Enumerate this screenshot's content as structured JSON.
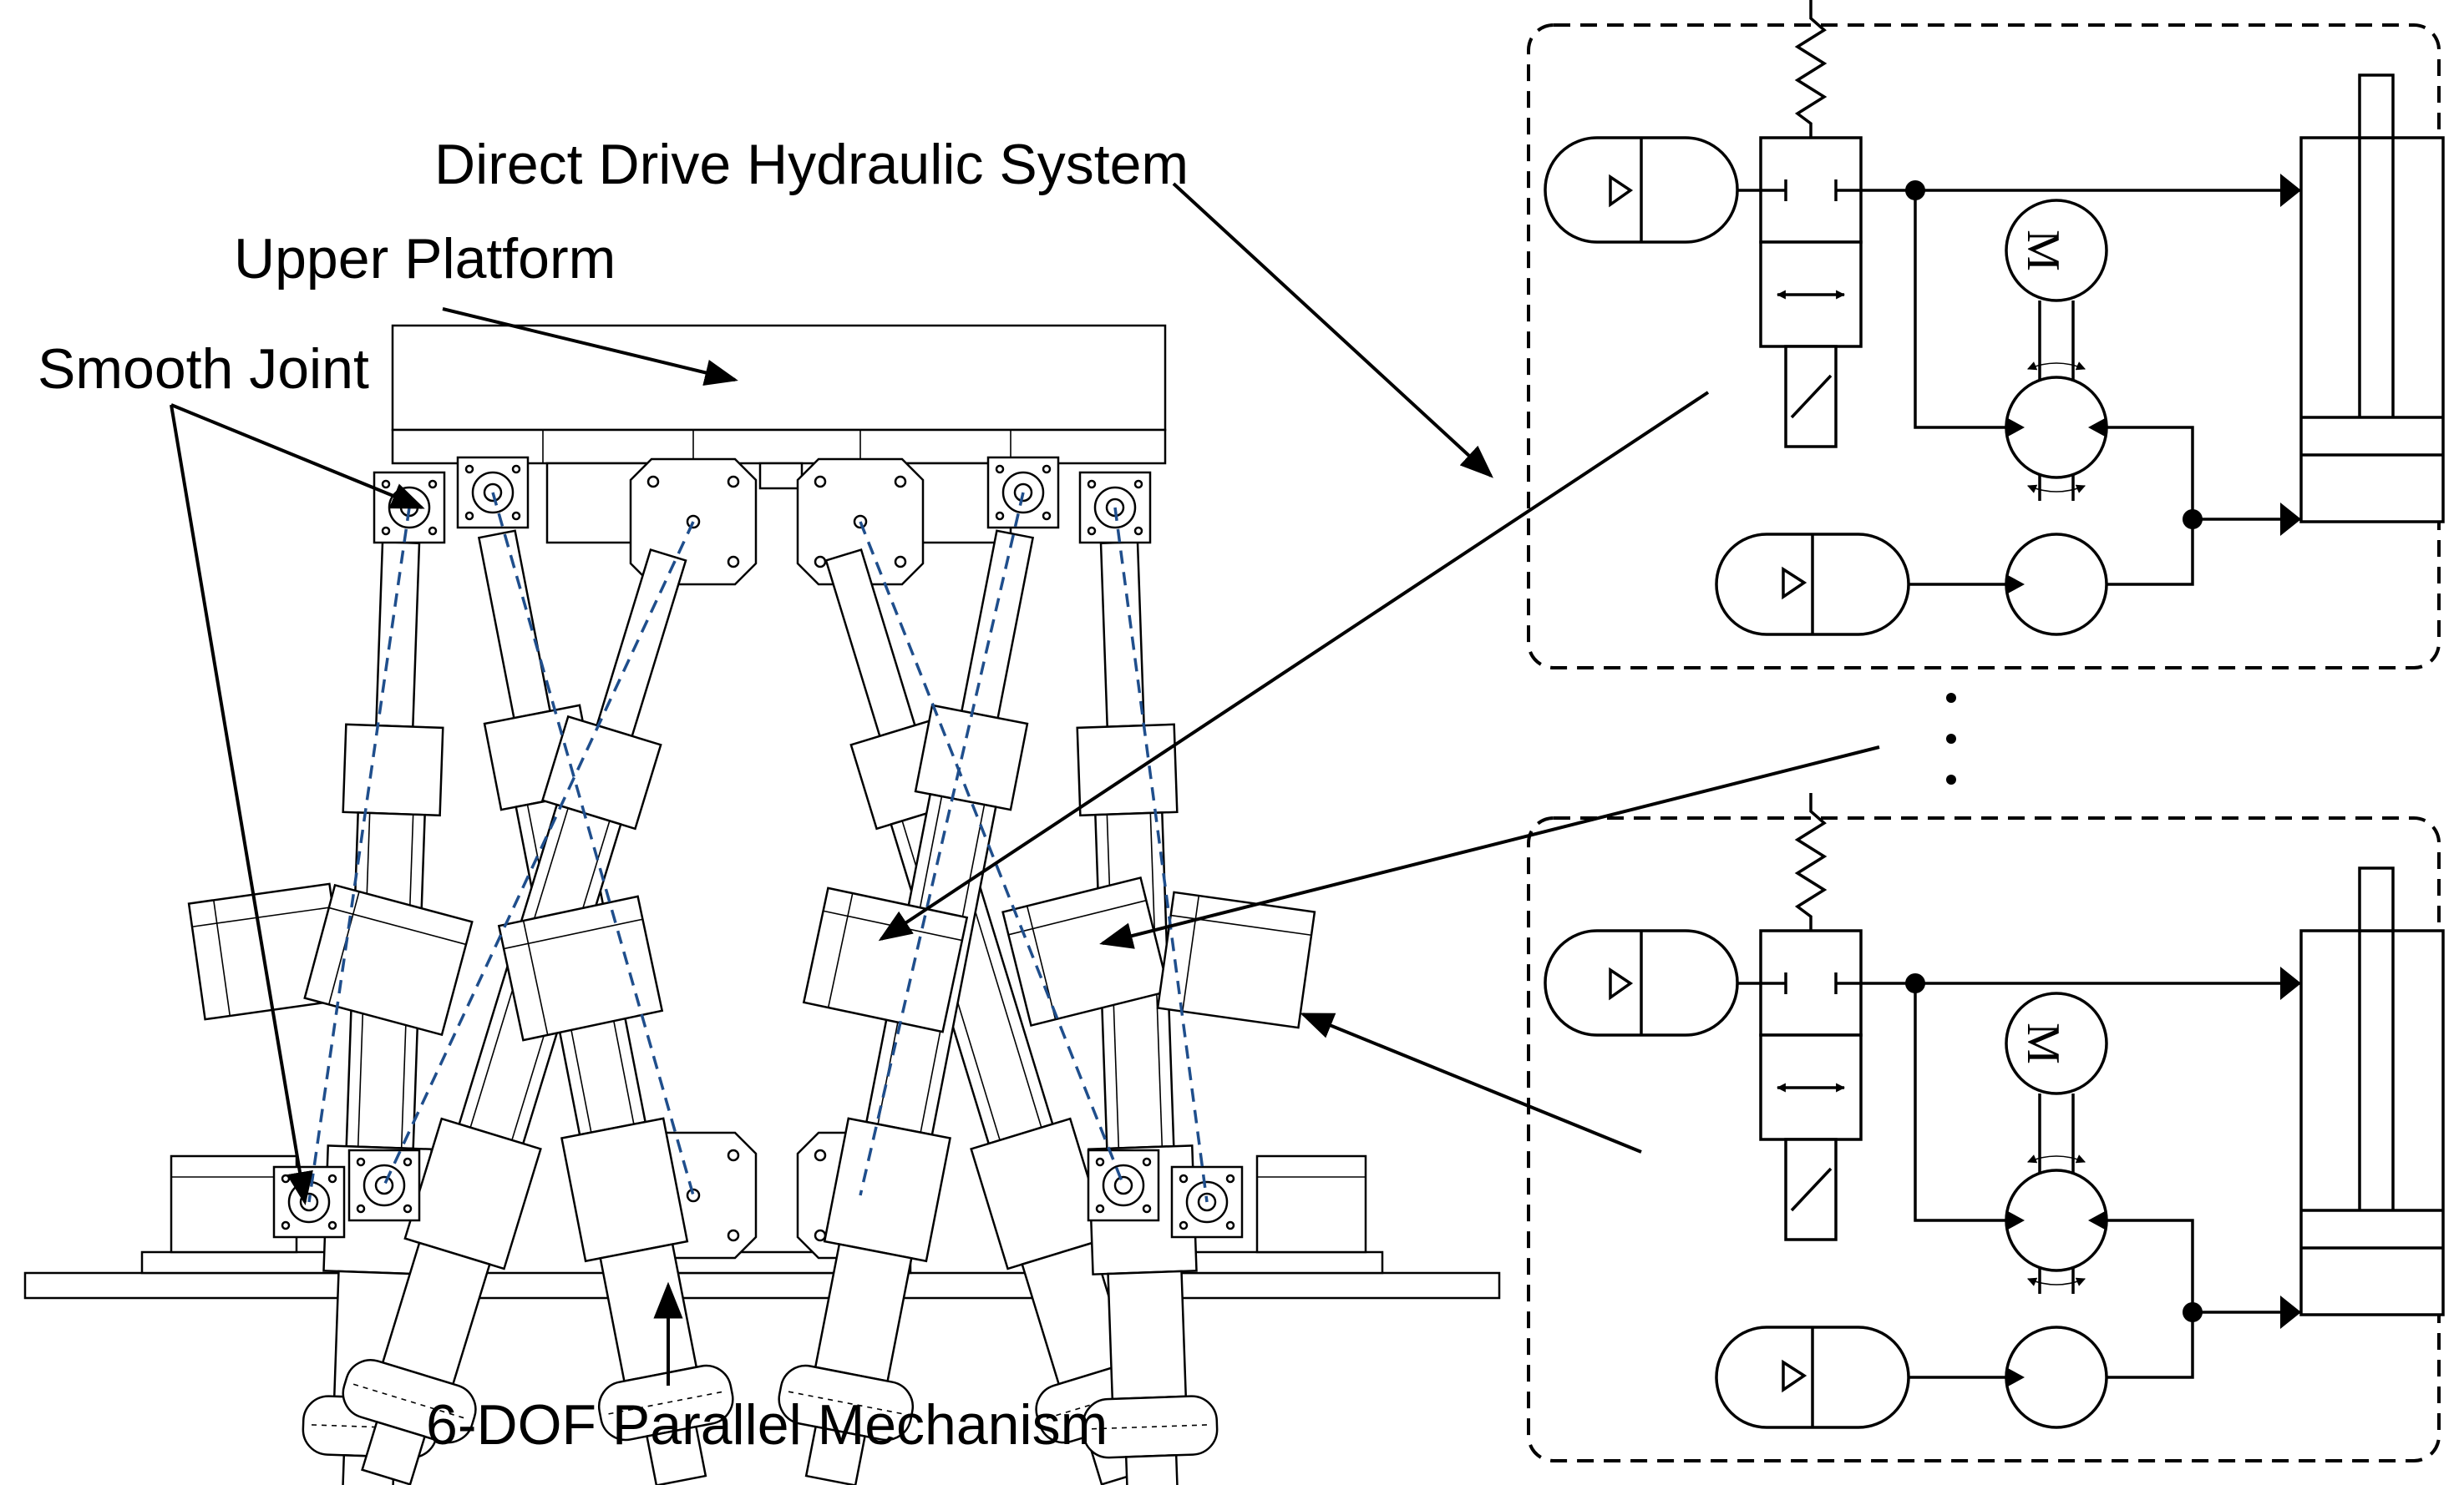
{
  "labels": {
    "direct_drive": "Direct Drive Hydraulic System",
    "upper_platform": "Upper Platform",
    "smooth_joint": "Smooth Joint",
    "parallel_mechanism": "6-DOF Parallel Mechanism",
    "motor_symbol_top": "M",
    "motor_symbol_bottom": "M"
  }
}
